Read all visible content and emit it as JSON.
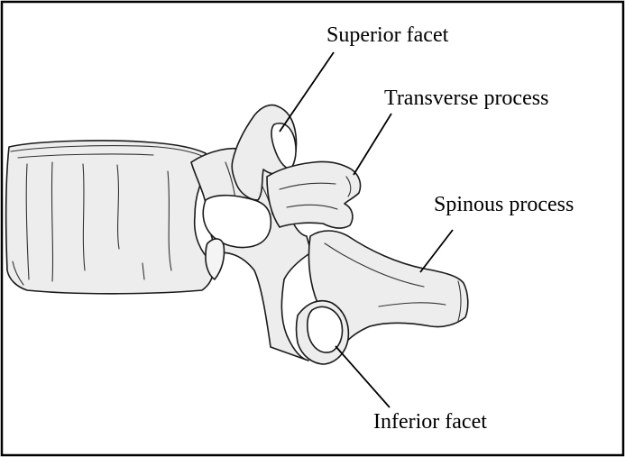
{
  "labels": {
    "superior_facet": "Superior facet",
    "transverse_process": "Transverse process",
    "spinous_process": "Spinous process",
    "inferior_facet": "Inferior facet"
  },
  "colors": {
    "bone_fill": "#ededed",
    "outline": "#1a1a1a",
    "background": "#ffffff"
  }
}
